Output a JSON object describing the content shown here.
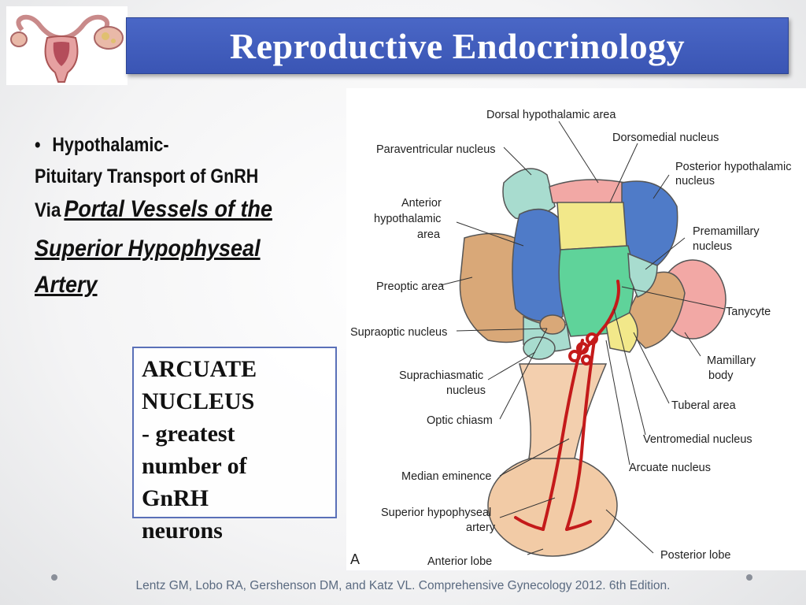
{
  "header": {
    "title": "Reproductive Endocrinology"
  },
  "bullet": {
    "line1": "Hypothalamic-",
    "line2": "Pituitary Transport of GnRH",
    "line3_prefix": "Via",
    "line3_emph": "Portal Vessels of the",
    "line4": "Superior Hypophyseal",
    "line5": "Artery"
  },
  "callout": {
    "lines": [
      "ARCUATE",
      "NUCLEUS",
      "- greatest",
      "number of",
      "GnRH",
      "neurons"
    ]
  },
  "diagram": {
    "panel_letter": "A",
    "labels": {
      "dorsal_hypothalamic_area": "Dorsal hypothalamic area",
      "dorsomedial_nucleus": "Dorsomedial nucleus",
      "paraventricular_nucleus": "Paraventricular nucleus",
      "posterior_hypothalamic_1": "Posterior hypothalamic",
      "posterior_hypothalamic_2": "nucleus",
      "anterior_hypothalamic_1": "Anterior",
      "anterior_hypothalamic_2": "hypothalamic",
      "anterior_hypothalamic_3": "area",
      "premamillary_1": "Premamillary",
      "premamillary_2": "nucleus",
      "preoptic_area": "Preoptic area",
      "tanycyte": "Tanycyte",
      "supraoptic_nucleus": "Supraoptic nucleus",
      "mamillary_1": "Mamillary",
      "mamillary_2": "body",
      "suprachiasmatic_1": "Suprachiasmatic",
      "suprachiasmatic_2": "nucleus",
      "tuberal_area": "Tuberal area",
      "optic_chiasm": "Optic chiasm",
      "ventromedial_nucleus": "Ventromedial nucleus",
      "arcuate_nucleus": "Arcuate nucleus",
      "median_eminence": "Median eminence",
      "superior_hypophyseal_1": "Superior hypophyseal",
      "superior_hypophyseal_2": "artery",
      "posterior_lobe": "Posterior lobe",
      "anterior_lobe": "Anterior lobe"
    }
  },
  "footer": {
    "citation": "Lentz GM, Lobo RA, Gershenson DM, and Katz VL. Comprehensive Gynecology 2012. 6th Edition."
  }
}
